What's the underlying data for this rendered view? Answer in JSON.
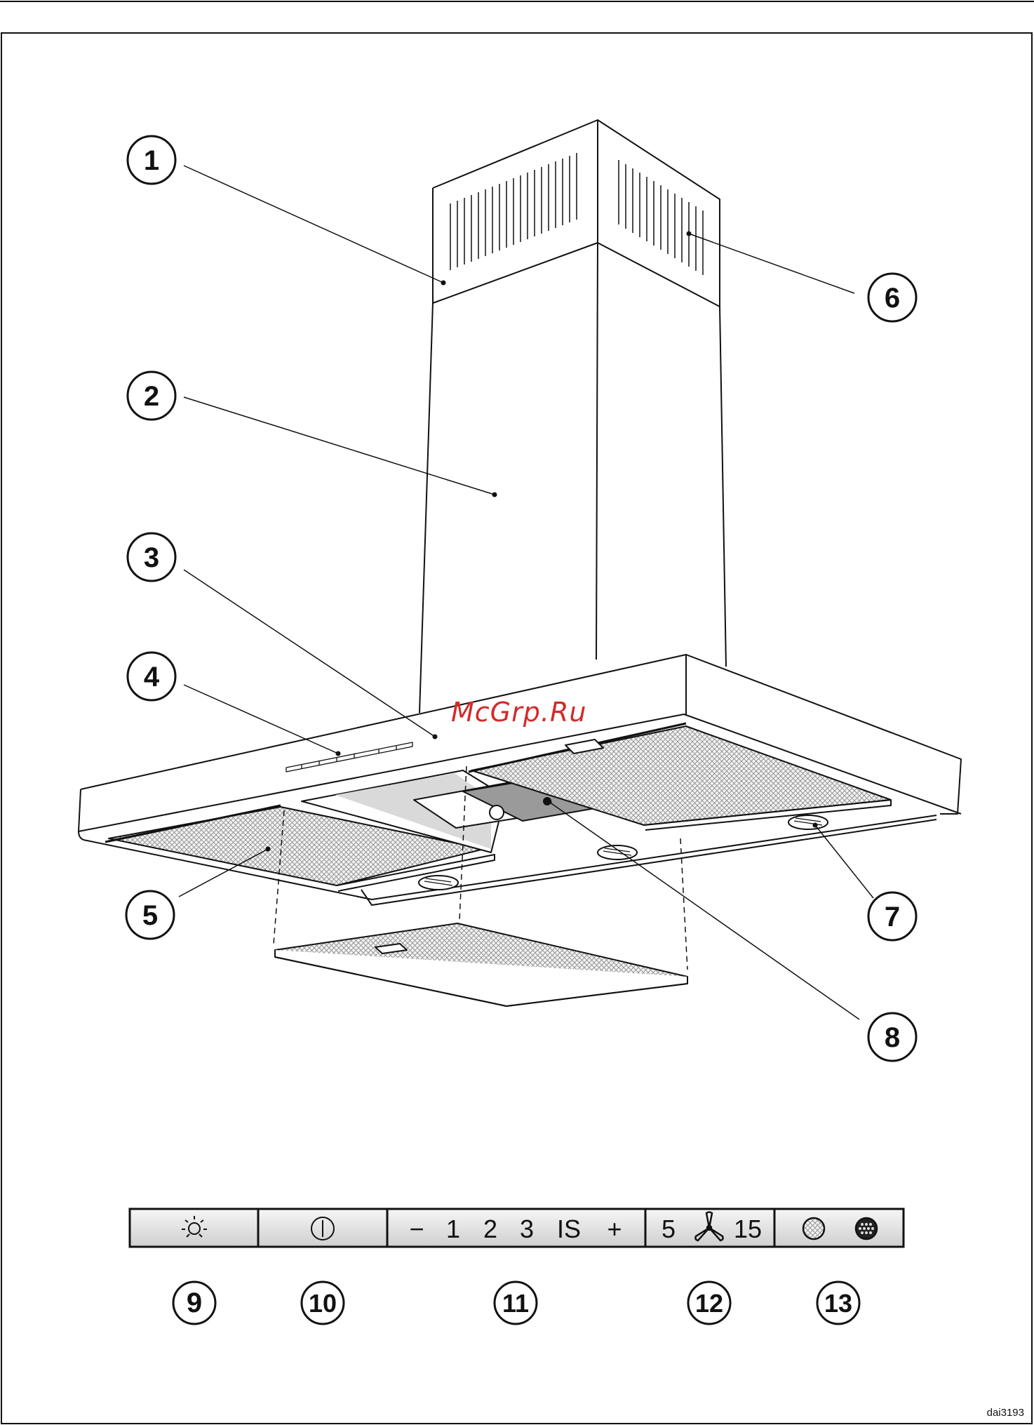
{
  "callouts": {
    "c1": "1",
    "c2": "2",
    "c3": "3",
    "c4": "4",
    "c5": "5",
    "c6": "6",
    "c7": "7",
    "c8": "8",
    "c9": "9",
    "c10": "10",
    "c11": "11",
    "c12": "12",
    "c13": "13"
  },
  "control_panel": {
    "speed_minus": "−",
    "speed_1": "1",
    "speed_2": "2",
    "speed_3": "3",
    "speed_is": "IS",
    "speed_plus": "+",
    "timer_5": "5",
    "timer_15": "15"
  },
  "icons": [
    "light-icon",
    "power-icon",
    "fan-icon",
    "grease-filter-icon",
    "charcoal-filter-icon"
  ],
  "watermark": "McGrp.Ru",
  "reference_code": "dai3193",
  "colors": {
    "line": "#111111",
    "watermark": "#d42a2a",
    "panel_fill": "#dcdcdc",
    "motor": "#9a9a9a"
  }
}
